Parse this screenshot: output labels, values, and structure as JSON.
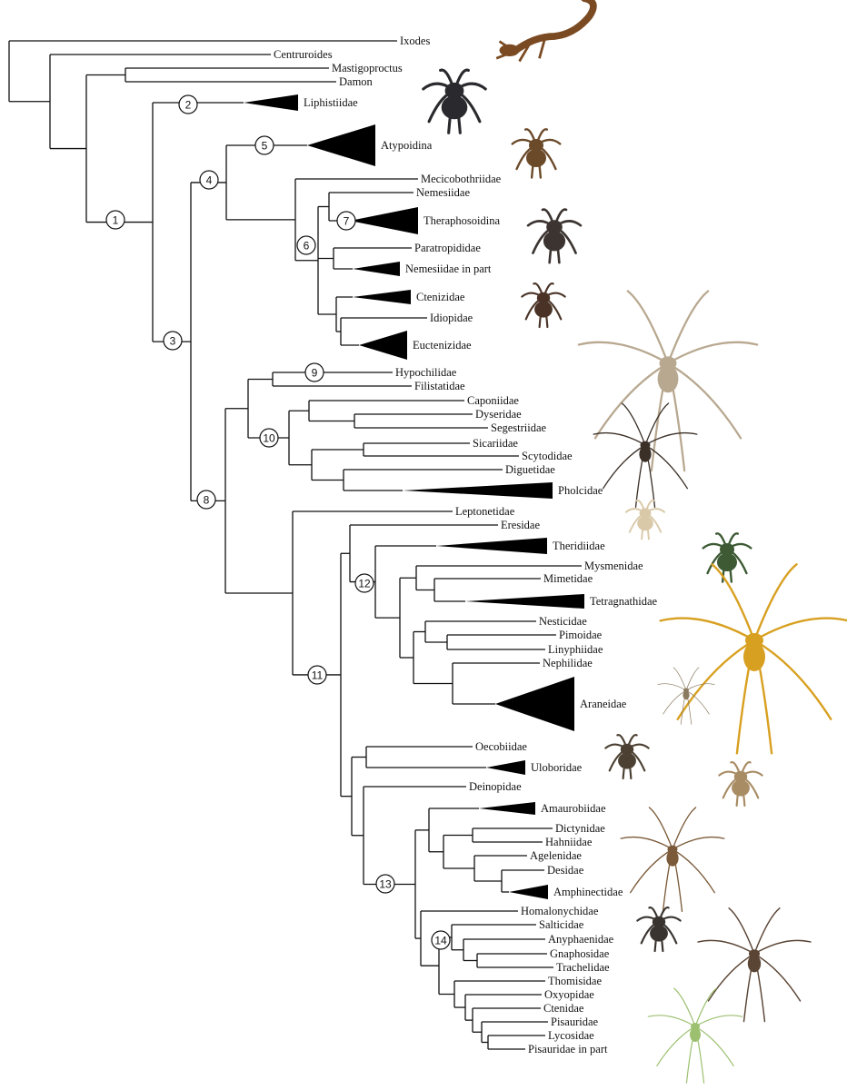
{
  "taxa": [
    {
      "id": "ixodes",
      "label": "Ixodes"
    },
    {
      "id": "centruroides",
      "label": "Centruroides"
    },
    {
      "id": "mastigoproctus",
      "label": "Mastigoproctus"
    },
    {
      "id": "damon",
      "label": "Damon"
    },
    {
      "id": "liphistiidae",
      "label": "Liphistiidae"
    },
    {
      "id": "atypoidina",
      "label": "Atypoidina"
    },
    {
      "id": "mecicobothriidae",
      "label": "Mecicobothriidae"
    },
    {
      "id": "nemesiidae",
      "label": "Nemesiidae"
    },
    {
      "id": "theraphosoidina",
      "label": "Theraphosoidina"
    },
    {
      "id": "paratropididae",
      "label": "Paratropididae"
    },
    {
      "id": "nemesiidae_part",
      "label": "Nemesiidae in part"
    },
    {
      "id": "ctenizidae",
      "label": "Ctenizidae"
    },
    {
      "id": "idiopidae",
      "label": "Idiopidae"
    },
    {
      "id": "euctenizidae",
      "label": "Euctenizidae"
    },
    {
      "id": "hypochilidae",
      "label": "Hypochilidae"
    },
    {
      "id": "filistatidae",
      "label": "Filistatidae"
    },
    {
      "id": "caponiidae",
      "label": "Caponiidae"
    },
    {
      "id": "dyseridae",
      "label": "Dyseridae"
    },
    {
      "id": "segestriidae",
      "label": "Segestriidae"
    },
    {
      "id": "sicariidae",
      "label": "Sicariidae"
    },
    {
      "id": "scytodidae",
      "label": "Scytodidae"
    },
    {
      "id": "diguetidae",
      "label": "Diguetidae"
    },
    {
      "id": "pholcidae",
      "label": "Pholcidae"
    },
    {
      "id": "leptonetidae",
      "label": "Leptonetidae"
    },
    {
      "id": "eresidae",
      "label": "Eresidae"
    },
    {
      "id": "theridiidae",
      "label": "Theridiidae"
    },
    {
      "id": "mysmenidae",
      "label": "Mysmenidae"
    },
    {
      "id": "mimetidae",
      "label": "Mimetidae"
    },
    {
      "id": "tetragnathidae",
      "label": "Tetragnathidae"
    },
    {
      "id": "nesticidae",
      "label": "Nesticidae"
    },
    {
      "id": "pimoidae",
      "label": "Pimoidae"
    },
    {
      "id": "linyphiidae",
      "label": "Linyphiidae"
    },
    {
      "id": "nephilidae",
      "label": "Nephilidae"
    },
    {
      "id": "araneidae",
      "label": "Araneidae"
    },
    {
      "id": "oecobiidae",
      "label": "Oecobiidae"
    },
    {
      "id": "uloboridae",
      "label": "Uloboridae"
    },
    {
      "id": "deinopidae",
      "label": "Deinopidae"
    },
    {
      "id": "amaurobiidae",
      "label": "Amaurobiidae"
    },
    {
      "id": "dictynidae",
      "label": "Dictynidae"
    },
    {
      "id": "hahniidae",
      "label": "Hahniidae"
    },
    {
      "id": "agelenidae",
      "label": "Agelenidae"
    },
    {
      "id": "desidae",
      "label": "Desidae"
    },
    {
      "id": "amphinectidae",
      "label": "Amphinectidae"
    },
    {
      "id": "homalonychidae",
      "label": "Homalonychidae"
    },
    {
      "id": "salticidae",
      "label": "Salticidae"
    },
    {
      "id": "anyphaenidae",
      "label": "Anyphaenidae"
    },
    {
      "id": "gnaphosidae",
      "label": "Gnaphosidae"
    },
    {
      "id": "trachelidae",
      "label": "Trachelidae"
    },
    {
      "id": "thomisidae",
      "label": "Thomisidae"
    },
    {
      "id": "oxyopidae",
      "label": "Oxyopidae"
    },
    {
      "id": "ctenidae",
      "label": "Ctenidae"
    },
    {
      "id": "pisauridae",
      "label": "Pisauridae"
    },
    {
      "id": "lycosidae",
      "label": "Lycosidae"
    },
    {
      "id": "pisauridae_part",
      "label": "Pisauridae in part"
    }
  ],
  "nodes": [
    {
      "id": "n1",
      "label": "1"
    },
    {
      "id": "n2",
      "label": "2"
    },
    {
      "id": "n3",
      "label": "3"
    },
    {
      "id": "n4",
      "label": "4"
    },
    {
      "id": "n5",
      "label": "5"
    },
    {
      "id": "n6",
      "label": "6"
    },
    {
      "id": "n7",
      "label": "7"
    },
    {
      "id": "n8",
      "label": "8"
    },
    {
      "id": "n9",
      "label": "9"
    },
    {
      "id": "n10",
      "label": "10"
    },
    {
      "id": "n11",
      "label": "11"
    },
    {
      "id": "n12",
      "label": "12"
    },
    {
      "id": "n13",
      "label": "13"
    },
    {
      "id": "n14",
      "label": "14"
    }
  ],
  "photos": [
    {
      "id": "scorpion",
      "icon": "scorpion-icon",
      "color": "#7a4a22"
    },
    {
      "id": "whipscorpion",
      "icon": "spider-icon",
      "color": "#2a2a2e"
    },
    {
      "id": "atypid",
      "icon": "spider-icon",
      "color": "#6b4a2a"
    },
    {
      "id": "theraphosid",
      "icon": "spider-icon",
      "color": "#3b3430"
    },
    {
      "id": "ctenizid",
      "icon": "spider-icon",
      "color": "#4a3326"
    },
    {
      "id": "pholcid",
      "icon": "spider-icon",
      "color": "#b8a890"
    },
    {
      "id": "sicariid",
      "icon": "spider-icon",
      "color": "#3a3028"
    },
    {
      "id": "theridiid",
      "icon": "spider-icon",
      "color": "#d9c9a8"
    },
    {
      "id": "mysmenid",
      "icon": "spider-icon",
      "color": "#3d5a34"
    },
    {
      "id": "nephila",
      "icon": "spider-icon",
      "color": "#d8a020"
    },
    {
      "id": "tetragnath",
      "icon": "spider-icon",
      "color": "#8a7a60"
    },
    {
      "id": "oecobiid",
      "icon": "spider-icon",
      "color": "#4b4032"
    },
    {
      "id": "uloborid",
      "icon": "spider-icon",
      "color": "#a88c64"
    },
    {
      "id": "agelenid",
      "icon": "spider-icon",
      "color": "#7a5a38"
    },
    {
      "id": "salticid",
      "icon": "spider-icon",
      "color": "#3a3430"
    },
    {
      "id": "lycosid",
      "icon": "spider-icon",
      "color": "#5a4434"
    },
    {
      "id": "oxyopid",
      "icon": "spider-icon",
      "color": "#9cc070"
    }
  ]
}
